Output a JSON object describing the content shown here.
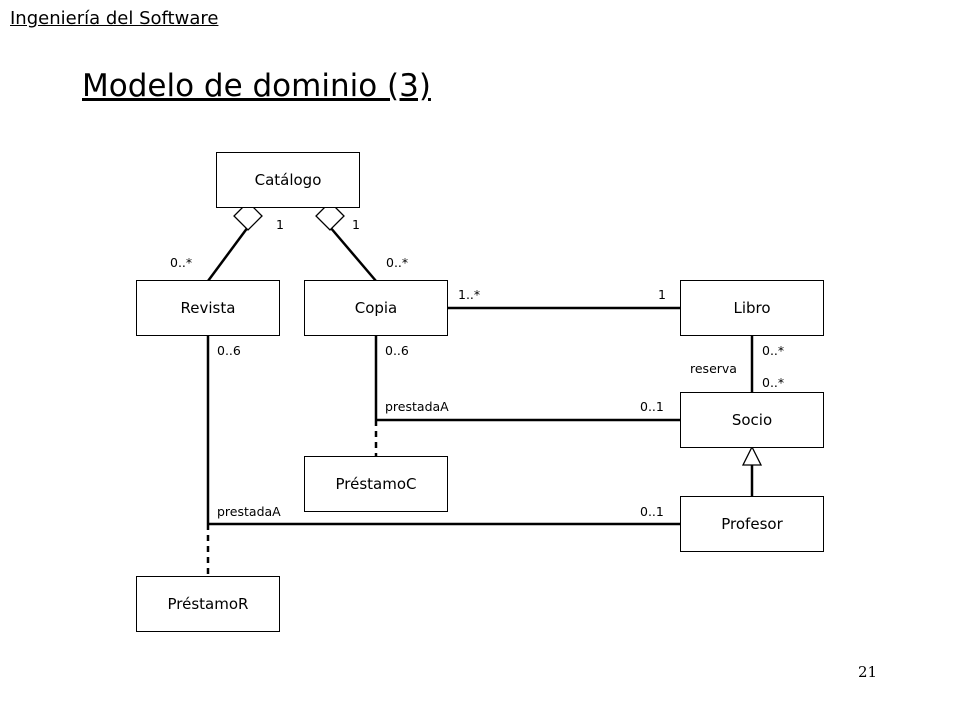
{
  "header": "Ingeniería del Software",
  "title": "Modelo de dominio (3)",
  "page_number": "21",
  "classes": {
    "catalogo": "Catálogo",
    "revista": "Revista",
    "copia": "Copia",
    "libro": "Libro",
    "socio": "Socio",
    "prestamoC": "PréstamoC",
    "profesor": "Profesor",
    "prestamoR": "PréstamoR"
  },
  "associations": {
    "catalogo_revista": {
      "catalogo_end": "1",
      "revista_end": "0..*"
    },
    "catalogo_copia": {
      "catalogo_end": "1",
      "copia_end": "0..*"
    },
    "copia_libro": {
      "copia_end": "1..*",
      "libro_end": "1"
    },
    "libro_socio": {
      "name": "reserva",
      "libro_end": "0..*",
      "socio_end": "0..*"
    },
    "copia_socio": {
      "copia_end": "0..6",
      "name": "prestadaA",
      "socio_end": "0..1"
    },
    "revista_profesor": {
      "revista_end": "0..6",
      "name": "prestadaA",
      "profesor_end": "0..1"
    }
  }
}
